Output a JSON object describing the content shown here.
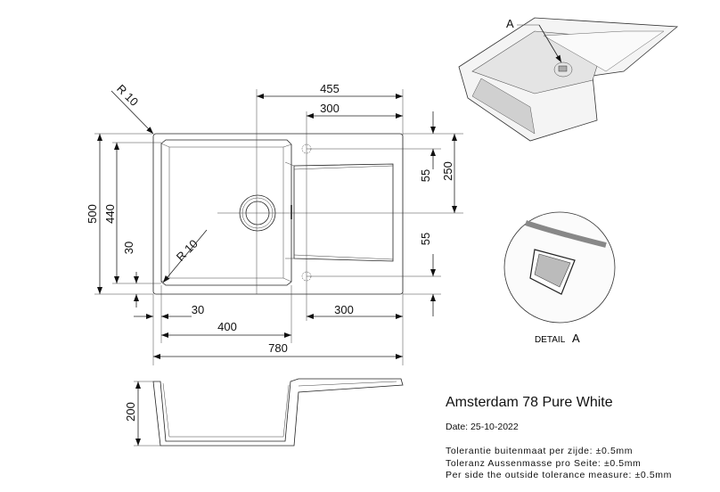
{
  "product": {
    "title": "Amsterdam 78 Pure White",
    "date": "Date: 25-10-2022",
    "tolerances": [
      "Tolerantie buitenmaat per zijde: ±0.5mm",
      "Toleranz Aussenmasse pro Seite: ±0.5mm",
      "Per side the outside tolerance measure: ±0.5mm"
    ]
  },
  "dimensions": {
    "r_outer": "R 10",
    "r_inner": "R 10",
    "top_455": "455",
    "top_300": "300",
    "left_500": "500",
    "left_440": "440",
    "left_30": "30",
    "right_55_top": "55",
    "right_250": "250",
    "right_55_bottom": "55",
    "bottom_30": "30",
    "bottom_400": "400",
    "bottom_300": "300",
    "bottom_780": "780",
    "height_200": "200"
  },
  "detail": {
    "callout": "A",
    "label": "DETAIL",
    "label_letter": "A"
  }
}
